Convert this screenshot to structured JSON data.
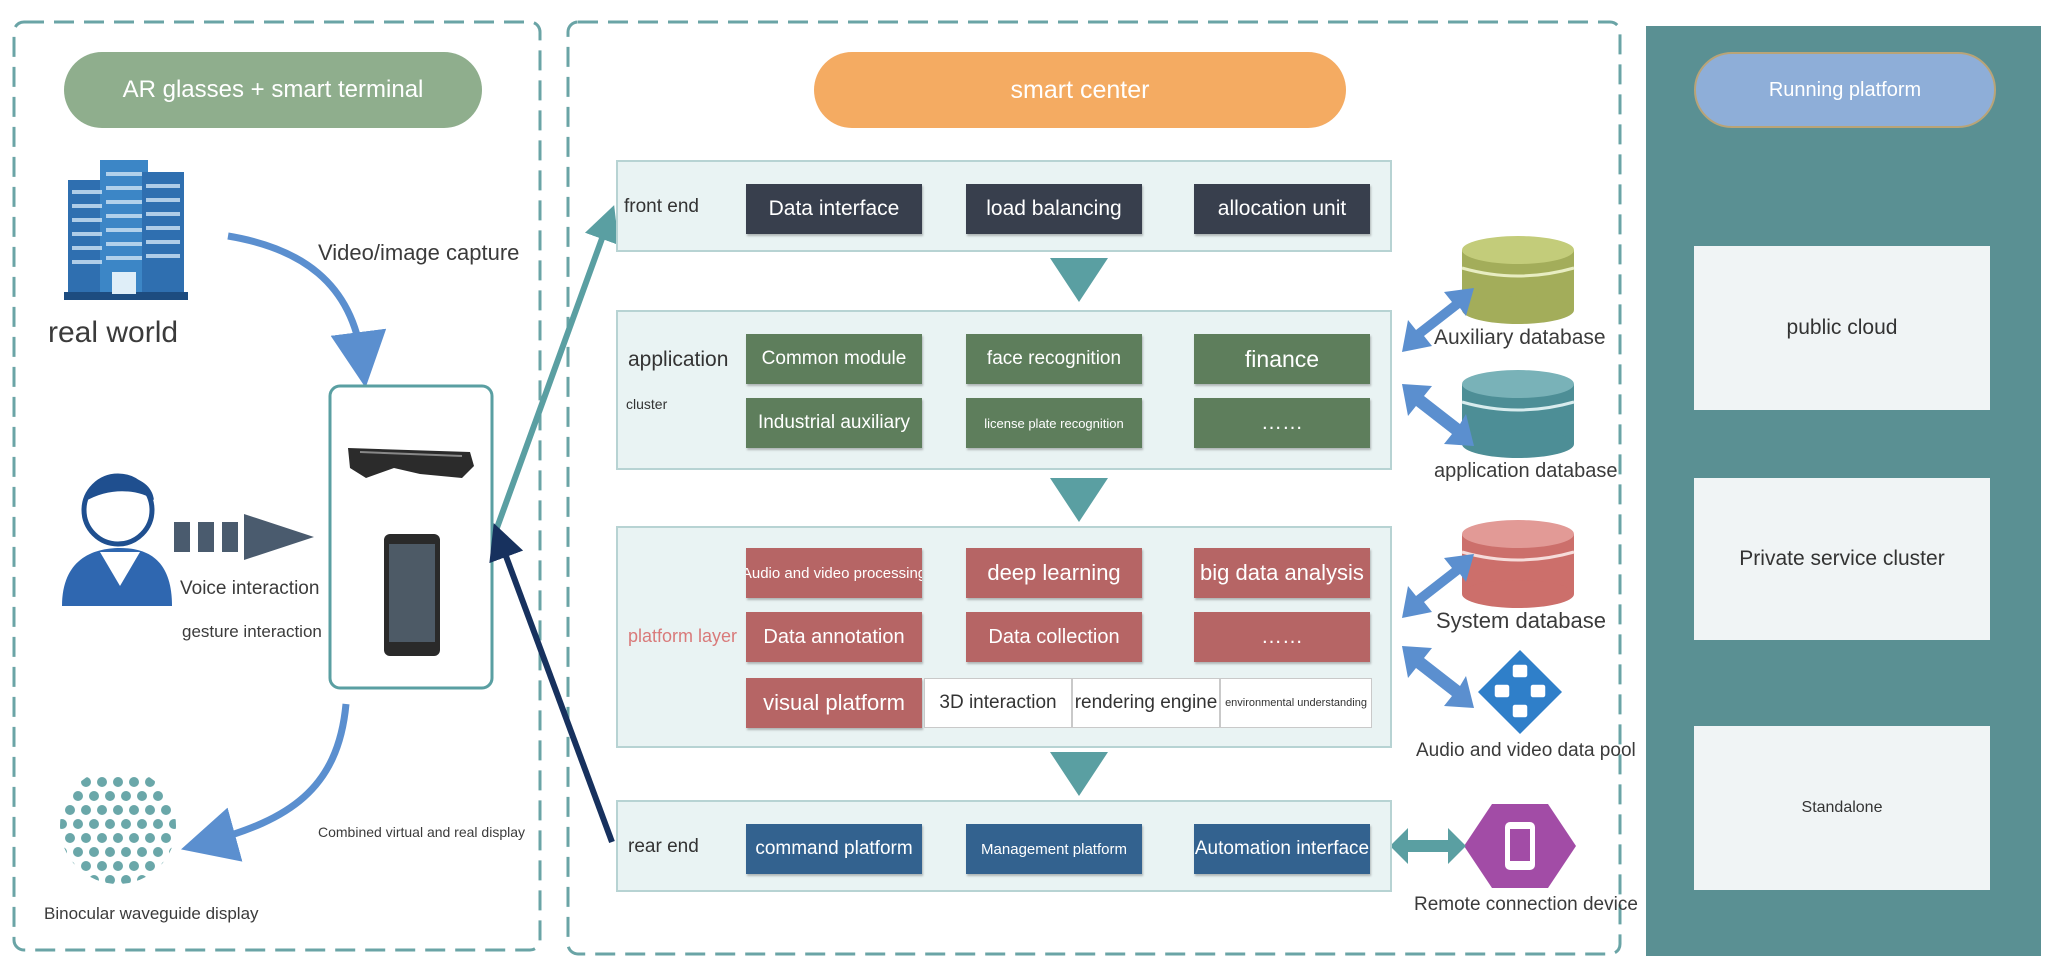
{
  "left": {
    "title": "AR glasses + smart terminal",
    "real_world": "real world",
    "video_capture": "Video/image capture",
    "voice": "Voice interaction",
    "gesture": "gesture interaction",
    "combined": "Combined virtual and real display",
    "binocular": "Binocular waveguide display"
  },
  "center": {
    "title": "smart center",
    "front_end": {
      "label": "front end",
      "items": [
        "Data interface",
        "load balancing",
        "allocation unit"
      ]
    },
    "application": {
      "label": "application",
      "sublabel": "cluster",
      "items": [
        "Common module",
        "face recognition",
        "finance",
        "Industrial auxiliary",
        "license plate recognition",
        "……"
      ]
    },
    "platform": {
      "label": "platform layer",
      "items": [
        "Audio and video processing",
        "deep learning",
        "big data analysis",
        "Data annotation",
        "Data collection",
        "……"
      ],
      "visual": "visual platform",
      "visual_items": [
        "3D interaction",
        "rendering engine",
        "environmental understanding"
      ]
    },
    "rear_end": {
      "label": "rear end",
      "items": [
        "command platform",
        "Management platform",
        "Automation interface"
      ]
    }
  },
  "side": {
    "auxiliary_db": "Auxiliary database",
    "application_db": "application database",
    "system_db": "System database",
    "av_pool": "Audio and video data pool",
    "remote": "Remote connection device"
  },
  "running": {
    "title": "Running platform",
    "items": [
      "public cloud",
      "Private service cluster",
      "Standalone"
    ]
  },
  "colors": {
    "green_pill": "#8fae8d",
    "orange_pill": "#f4ab62",
    "blue_pill": "#8eaed8",
    "dark_box": "#383f4d",
    "green_box": "#5e7e5c",
    "red_box": "#b66565",
    "blue_box": "#33628f",
    "teal_panel": "#5a9093",
    "arrow_teal": "#5a9fa2",
    "arrow_blue": "#5b8fcf"
  }
}
